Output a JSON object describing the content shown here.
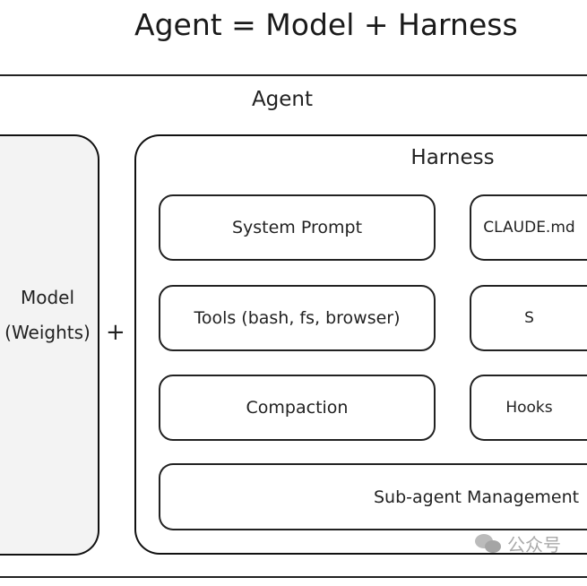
{
  "title": "Agent = Model + Harness",
  "agent": {
    "label": "Agent"
  },
  "model": {
    "line1": "Model",
    "line2": "(Weights)"
  },
  "operator": "+",
  "harness": {
    "label": "Harness",
    "items": [
      "System Prompt",
      "CLAUDE.md",
      "Tools (bash, fs, browser)",
      "S",
      "Compaction",
      "Hooks",
      "Sub-agent Management"
    ]
  },
  "watermark": {
    "text": "公众号",
    "icon": "wechat-icon"
  }
}
